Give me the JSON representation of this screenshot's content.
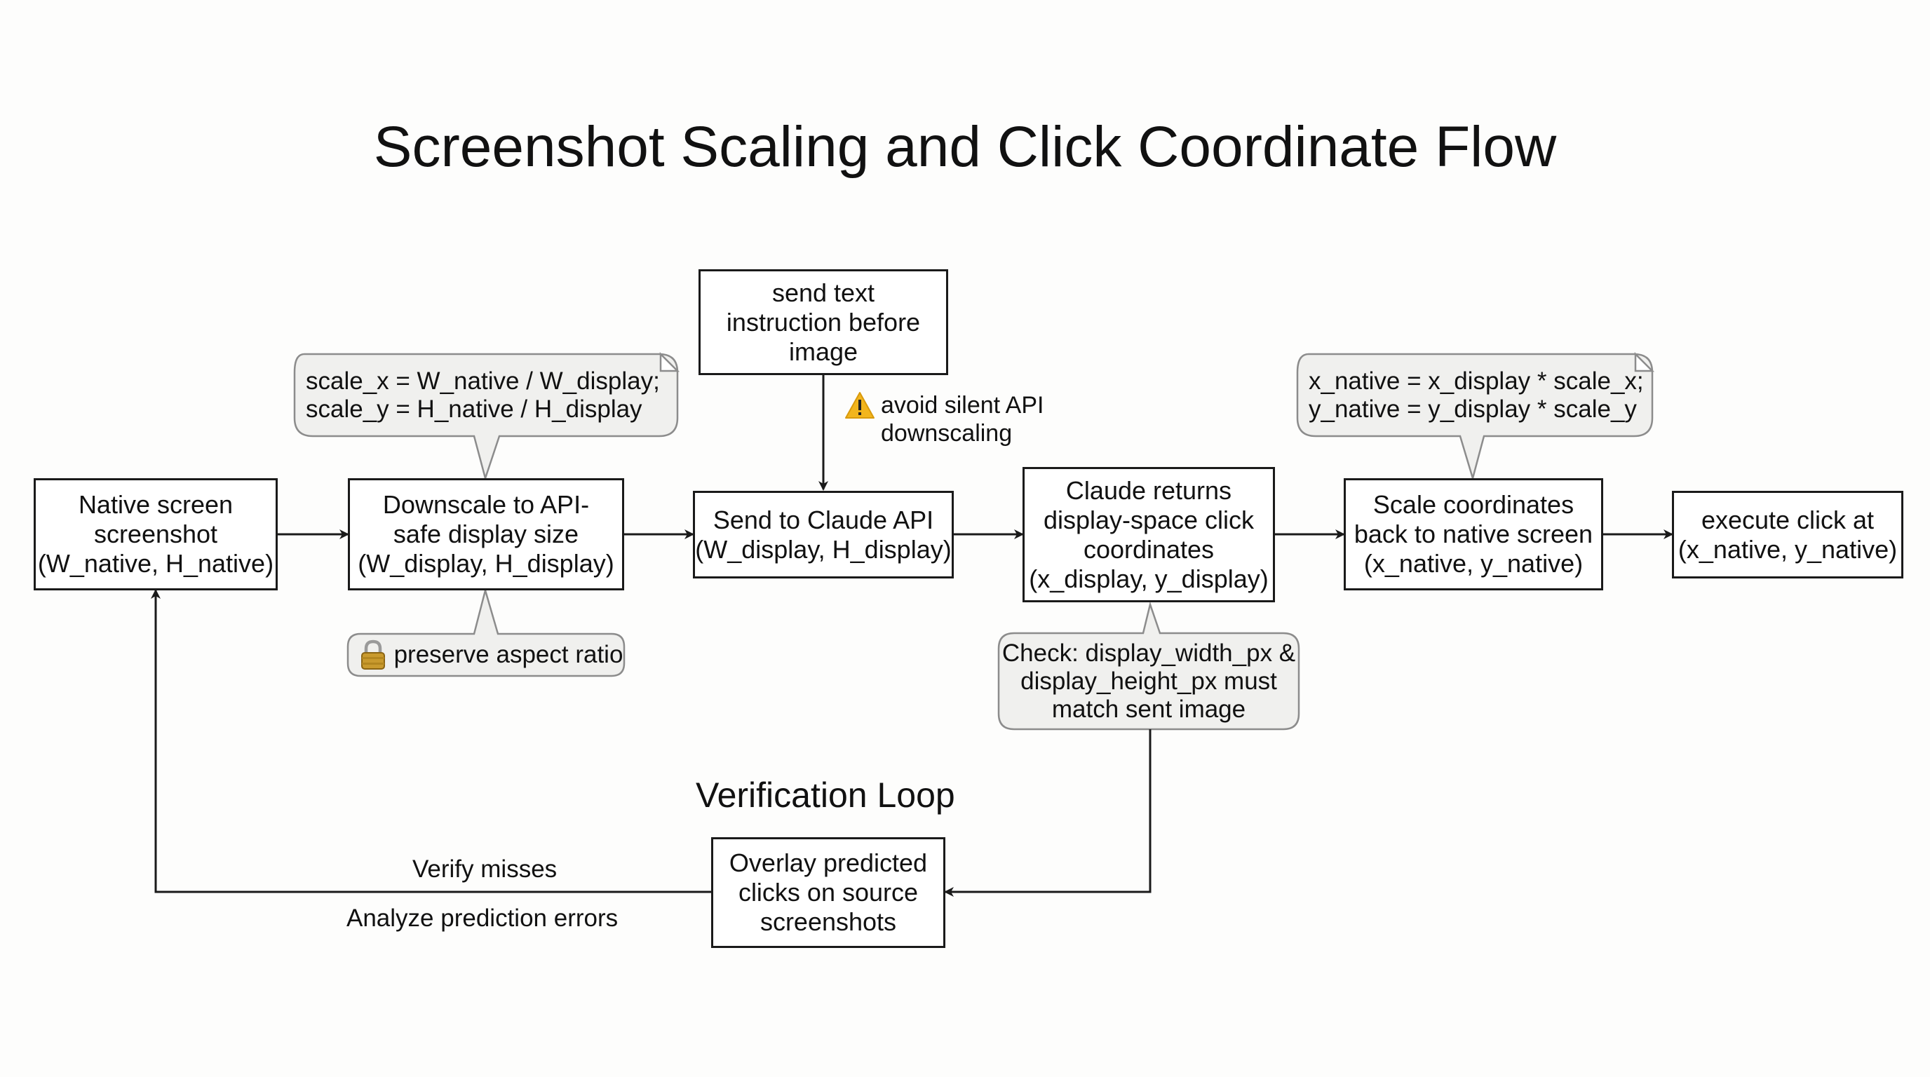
{
  "title": "Screenshot Scaling and Click Coordinate Flow",
  "boxes": {
    "native": [
      "Native screen",
      "screenshot",
      "(W_native, H_native)"
    ],
    "downscale": [
      "Downscale to API-",
      "safe display size",
      "(W_display, H_display)"
    ],
    "instruction": [
      "send text",
      "instruction before",
      "image"
    ],
    "send": [
      "Send to Claude API",
      "(W_display, H_display)"
    ],
    "returns": [
      "Claude returns",
      "display-space click",
      "coordinates",
      "(x_display, y_display)"
    ],
    "scale_back": [
      "Scale coordinates",
      "back to native screen",
      "(x_native, y_native)"
    ],
    "execute": [
      "execute click at",
      "(x_native, y_native)"
    ],
    "overlay": [
      "Overlay predicted",
      "clicks on source",
      "screenshots"
    ]
  },
  "callouts": {
    "scale_formula": [
      "scale_x = W_native / W_display;",
      "scale_y = H_native / H_display"
    ],
    "aspect": "preserve aspect ratio",
    "native_formula": [
      "x_native = x_display * scale_x;",
      "y_native = y_display * scale_y"
    ],
    "check": [
      "Check: display_width_px &",
      "display_height_px must",
      "match sent image"
    ]
  },
  "warning": [
    "avoid silent API",
    "downscaling"
  ],
  "loop": {
    "title": "Verification Loop",
    "verify": "Verify misses",
    "analyze": "Analyze prediction errors"
  },
  "icons": {
    "warning": "warning-icon",
    "lock": "lock-icon"
  },
  "colors": {
    "callout_fill": "#f0f0ee",
    "callout_border": "#8c8c8c",
    "stroke": "#1a1a1a",
    "warning": "#f2b51d"
  }
}
